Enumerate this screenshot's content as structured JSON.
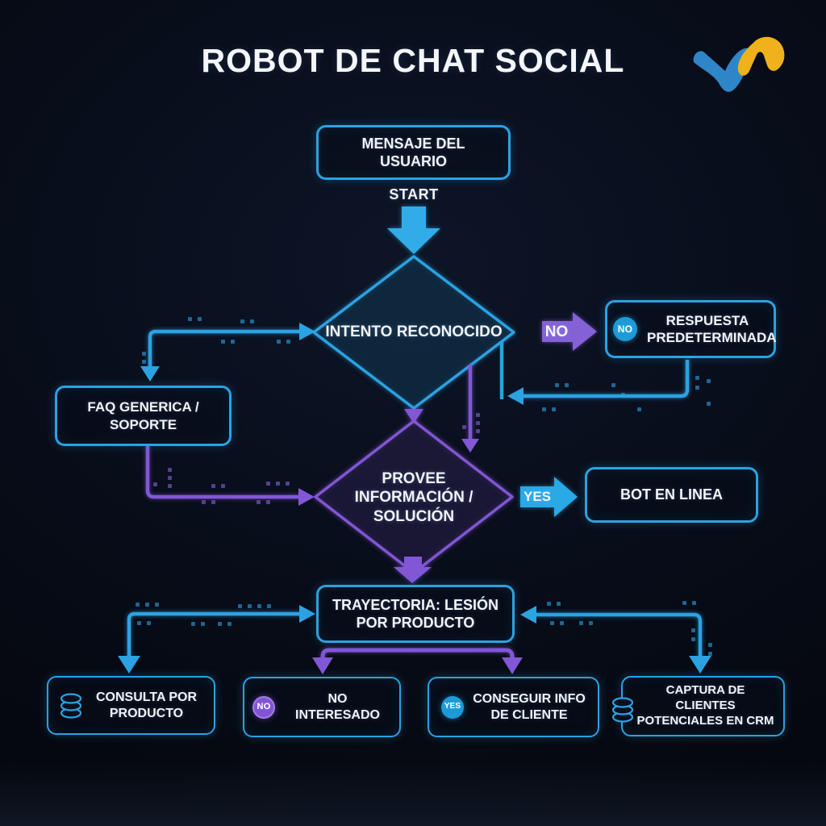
{
  "title": "ROBOT DE CHAT SOCIAL",
  "start_label": "START",
  "edges": {
    "no_label": "NO",
    "yes_label": "YES"
  },
  "nodes": {
    "mensaje": {
      "label": "MENSAJE DEL USUARIO"
    },
    "intento": {
      "label": "INTENTO RECONOCIDO"
    },
    "respuesta": {
      "label": "RESPUESTA PREDETERMINADA",
      "badge": "NO"
    },
    "faq": {
      "label": "FAQ GENERICA / SOPORTE"
    },
    "provee": {
      "label": "PROVEE INFORMACIÓN / SOLUCIÓN"
    },
    "bot": {
      "label": "BOT EN LINEA"
    },
    "trayectoria": {
      "label": "TRAYECTORIA: LESIÓN POR PRODUCTO"
    },
    "consulta": {
      "label": "CONSULTA POR PRODUCTO"
    },
    "no_interesado": {
      "label": "NO INTERESADO",
      "badge": "NO"
    },
    "conseguir": {
      "label": "CONSEGUIR INFO DE CLIENTE",
      "badge": "YES"
    },
    "captura": {
      "label": "CAPTURA DE CLIENTES POTENCIALES EN CRM"
    }
  },
  "icons": {
    "database": "database-icon",
    "logo": "brand-logo"
  },
  "colors": {
    "blue": "#2BA2E2",
    "purple": "#8257D6",
    "background": "#070B16",
    "text": "#F2F4F8",
    "badge_blue": "#1C9BD8",
    "badge_purple": "#8353D6",
    "logo_blue": "#2E86C9",
    "logo_yellow": "#F0B11B"
  }
}
